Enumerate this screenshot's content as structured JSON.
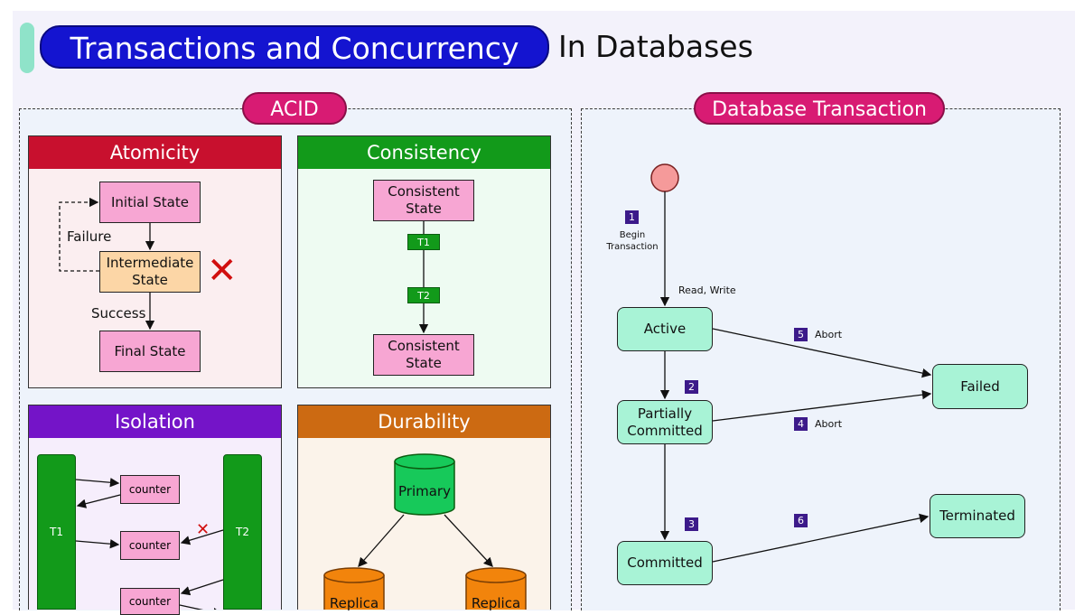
{
  "header": {
    "title_highlight": "Transactions and Concurrency",
    "title_rest": "In Databases"
  },
  "acid": {
    "label": "ACID",
    "atomicity": {
      "title": "Atomicity",
      "initial": "Initial State",
      "intermediate": "Intermediate State",
      "final": "Final State",
      "failure": "Failure",
      "success": "Success"
    },
    "consistency": {
      "title": "Consistency",
      "state_top": "Consistent State",
      "state_bottom": "Consistent State",
      "t1": "T1",
      "t2": "T2"
    },
    "isolation": {
      "title": "Isolation",
      "t1": "T1",
      "t2": "T2",
      "counter": "counter"
    },
    "durability": {
      "title": "Durability",
      "primary": "Primary",
      "replica": "Replica"
    }
  },
  "transaction": {
    "label": "Database Transaction",
    "begin": "Begin Transaction",
    "read_write": "Read, Write",
    "states": {
      "active": "Active",
      "partially": "Partially Committed",
      "committed": "Committed",
      "failed": "Failed",
      "terminated": "Terminated"
    },
    "abort": "Abort",
    "steps": [
      "1",
      "2",
      "3",
      "4",
      "5",
      "6"
    ]
  },
  "colors": {
    "title_blue": "#1414d0",
    "pill_pink": "#d81b73",
    "atomicity_red": "#c8102e",
    "consistency_green": "#129a1a",
    "isolation_purple": "#7414c8",
    "durability_orange": "#cc6a12",
    "mint": "#a8f3d6"
  }
}
